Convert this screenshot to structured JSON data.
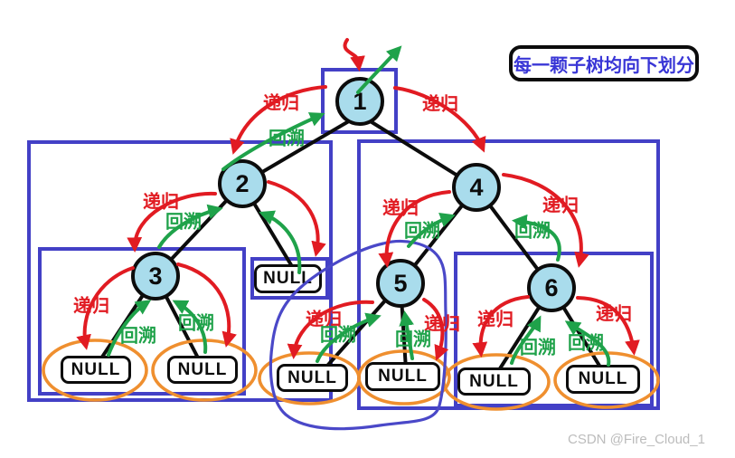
{
  "callout": {
    "text": "每一颗子树均向下划分"
  },
  "watermark": {
    "text": "CSDN @Fire_Cloud_1"
  },
  "labels": {
    "recurse": "递归",
    "backtrack": "回溯"
  },
  "null_label": "NULL",
  "tree": {
    "values": [
      "1",
      "2",
      "3",
      "4",
      "5",
      "6"
    ],
    "structure_note": "binary tree: 1-(2,4); 2-(3,NULL); 3-(NULL,NULL); 4-(5,6); 5-(NULL,NULL); 6-(NULL,NULL)"
  },
  "colors": {
    "node_fill": "#a9dcec",
    "recurse_red": "#e11b22",
    "backtrack_green": "#1fa24a",
    "box_blue": "#4340c6",
    "ellipse_orange": "#ef8f2f",
    "callout_text": "#3936d6",
    "edge_black": "#0c0c0c"
  }
}
